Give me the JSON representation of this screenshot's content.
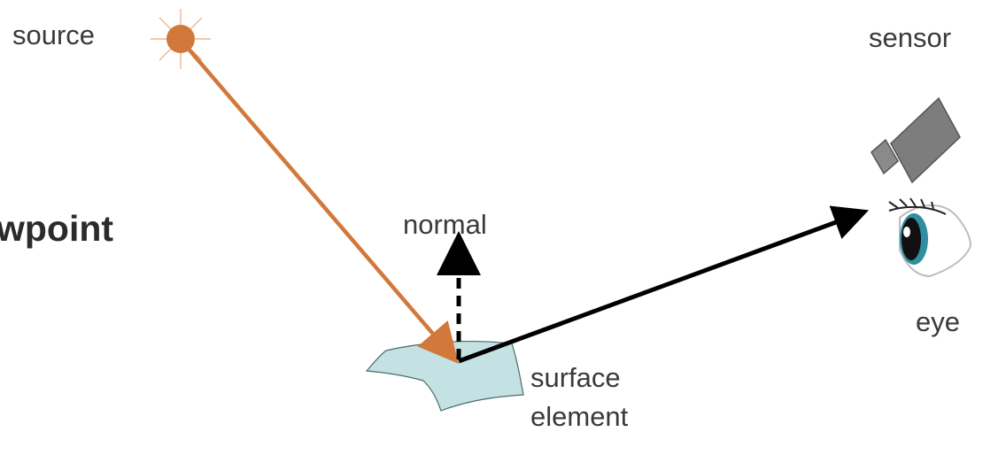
{
  "title_fragment": "wpoint",
  "labels": {
    "source": "source",
    "sensor": "sensor",
    "normal": "normal",
    "eye": "eye",
    "surface_line1": "surface",
    "surface_line2": "element"
  },
  "colors": {
    "incident_ray": "#d2783a",
    "source_sun": "#d2783a",
    "reflected_ray": "#000000",
    "normal_arrow": "#000000",
    "surface_fill": "#c4e2e3",
    "camera_body": "#808080",
    "eye_iris": "#2f8ea0"
  },
  "icons": [
    "sun-icon",
    "camera-icon",
    "eye-icon"
  ]
}
